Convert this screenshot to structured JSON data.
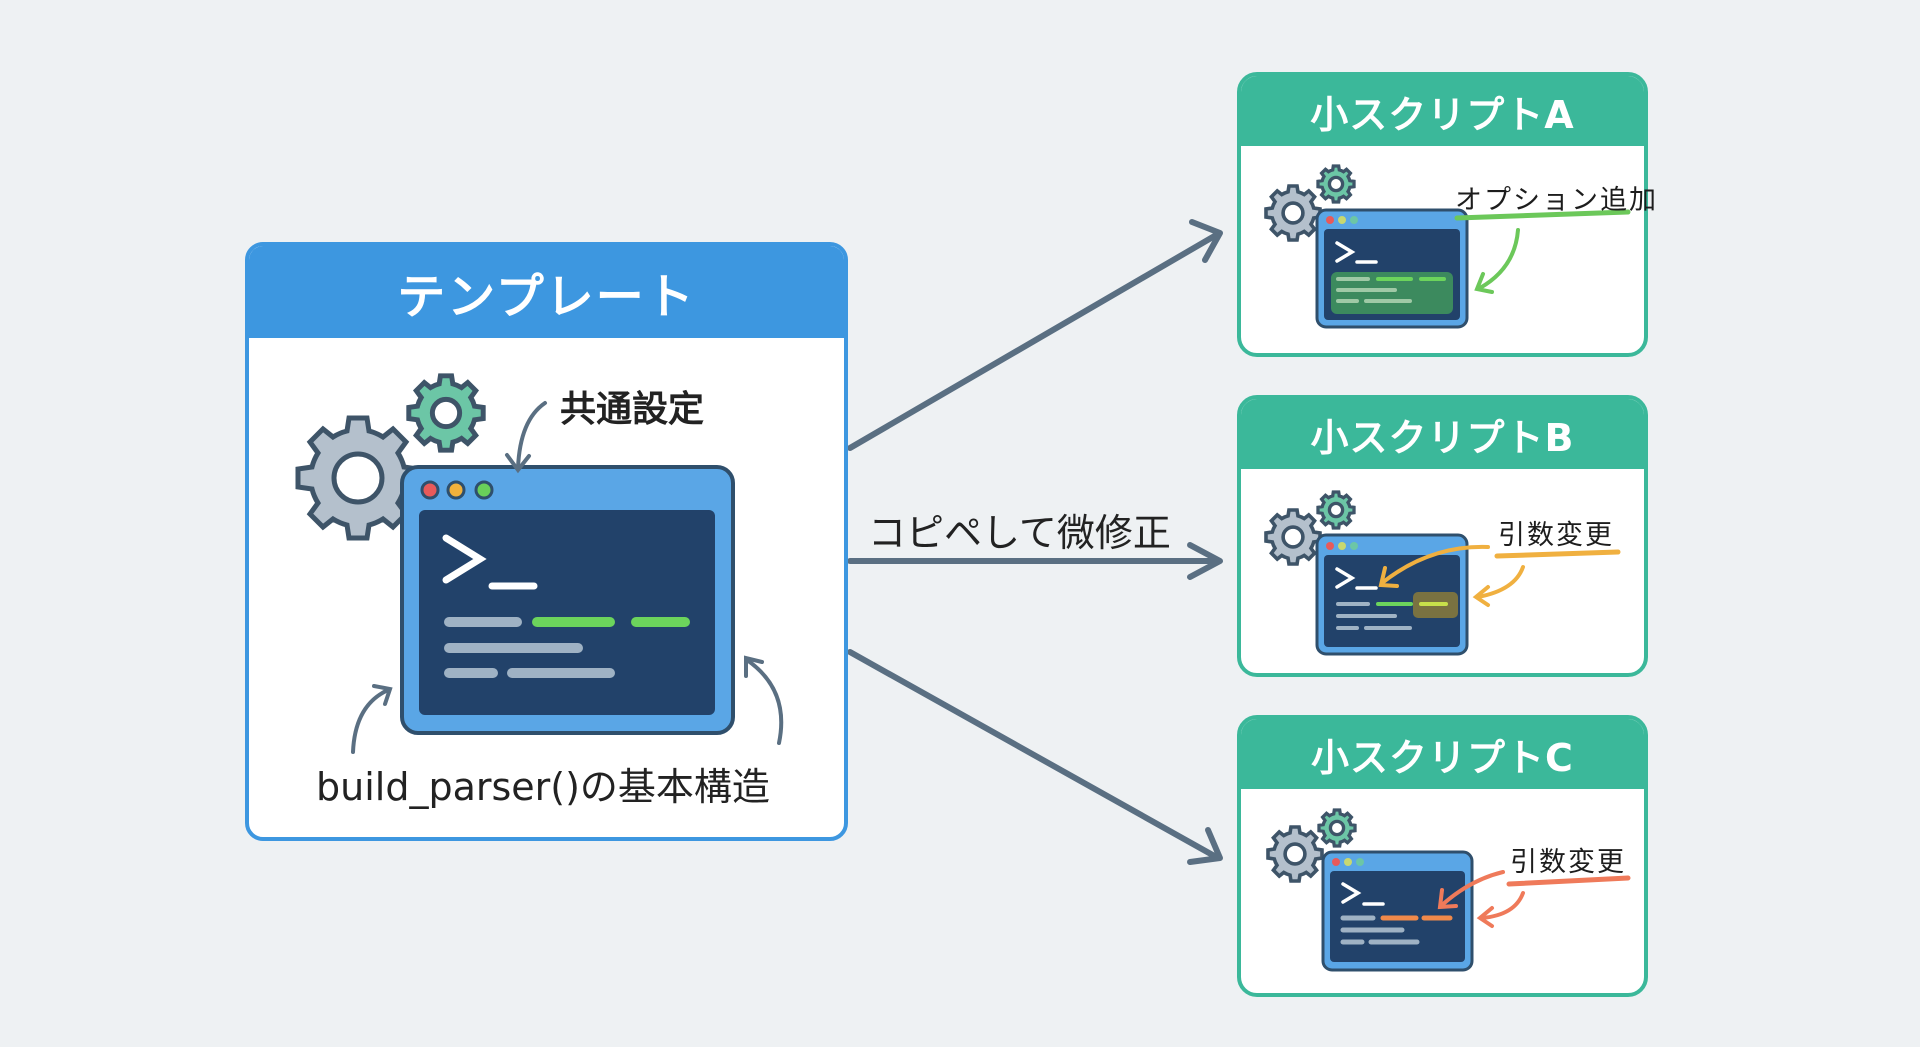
{
  "template": {
    "title": "テンプレート",
    "note_common": "共通設定",
    "note_structure": "build_parser()の基本構造"
  },
  "flow": {
    "label": "コピペして微修正"
  },
  "scripts": [
    {
      "title": "小スクリプトA",
      "note": "オプション追加",
      "accent": "#6cc85a"
    },
    {
      "title": "小スクリプトB",
      "note": "引数変更",
      "accent": "#f0b040"
    },
    {
      "title": "小スクリプトC",
      "note": "引数変更",
      "accent": "#ef7a5a"
    }
  ],
  "colors": {
    "background": "#eef1f3",
    "template_header": "#3d97e0",
    "script_header": "#3bb89a",
    "arrow": "#5a6f82",
    "terminal_frame": "#5aa6e6",
    "terminal_screen": "#22426a"
  },
  "icons": {
    "gear_large": "gear-icon",
    "gear_small": "gear-icon",
    "terminal": "terminal-window-icon",
    "prompt": "terminal-prompt-icon"
  }
}
